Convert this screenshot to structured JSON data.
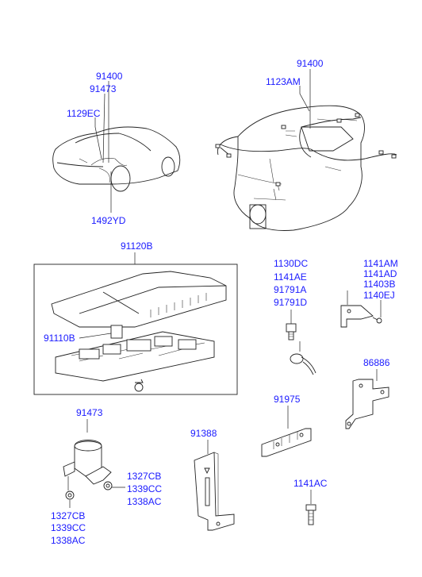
{
  "labels": {
    "car_91400": "91400",
    "car_91473": "91473",
    "car_1129EC": "1129EC",
    "car_1492YD": "1492YD",
    "eng_91400": "91400",
    "eng_1123AM": "1123AM",
    "box_91120B": "91120B",
    "box_91110B": "91110B",
    "gnd_1130DC": "1130DC",
    "gnd_1141AE": "1141AE",
    "gnd_91791A": "91791A",
    "gnd_91791D": "91791D",
    "brk_1141AM": "1141AM",
    "brk_1141AD": "1141AD",
    "brk_11403B": "11403B",
    "brk_1140EJ": "1140EJ",
    "p_86886": "86886",
    "p_91975": "91975",
    "p_91473": "91473",
    "p_91388": "91388",
    "p_1327CB_r": "1327CB",
    "p_1339CC_r": "1339CC",
    "p_1338AC_r": "1338AC",
    "p_1327CB_b": "1327CB",
    "p_1339CC_b": "1339CC",
    "p_1338AC_b": "1338AC",
    "p_1141AC": "1141AC"
  }
}
